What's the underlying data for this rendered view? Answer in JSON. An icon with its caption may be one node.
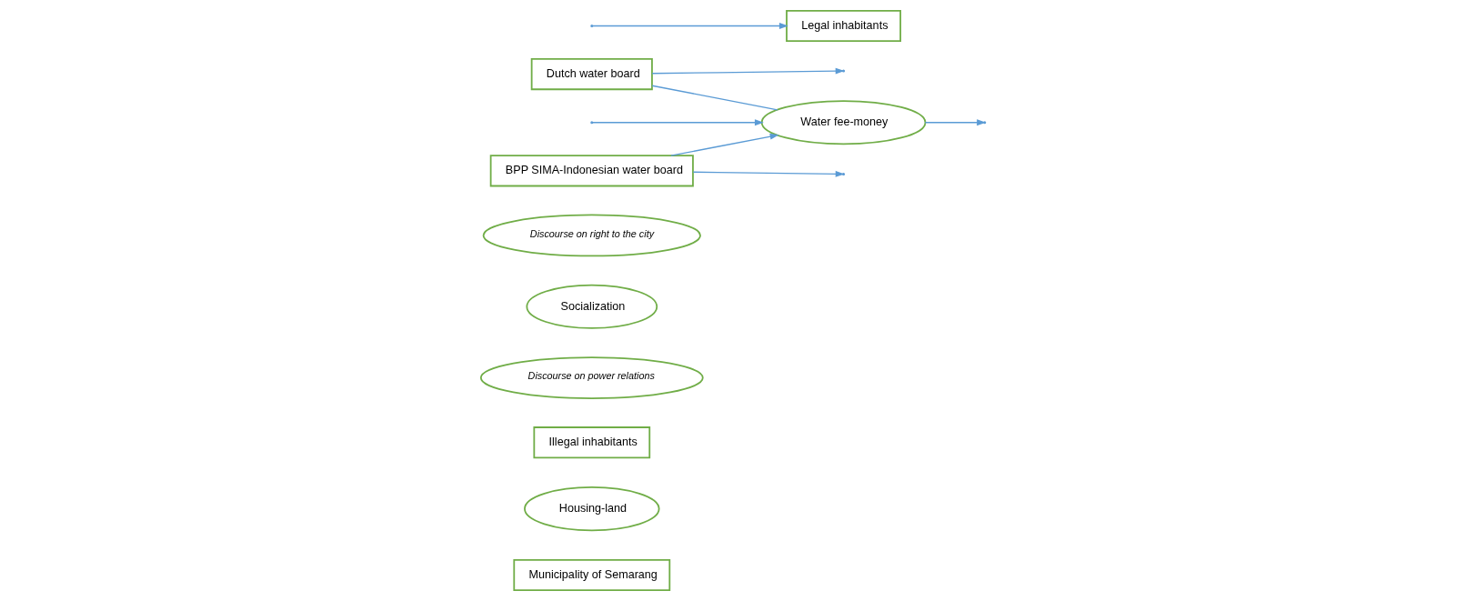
{
  "diagram": {
    "nodes": [
      {
        "text": [
          "Municipality of Semarang"
        ]
      },
      {
        "text": [
          "Housing-land"
        ]
      },
      {
        "text": [
          "Illegal inhabitants"
        ]
      },
      {
        "text": [
          "Discourse on power relations"
        ]
      },
      {
        "text": [
          "Socialization"
        ]
      },
      {
        "text": [
          "Discourse on right to the city"
        ]
      },
      {
        "text": [
          "Dutch water board"
        ]
      },
      {
        "text": [
          "Water fee-money"
        ]
      },
      {
        "text": [
          "BPP SIMA-Indonesian water board"
        ]
      },
      {
        "text": [
          "Legal inhabitants"
        ]
      }
    ],
    "edges": [
      {
        "from": 6,
        "to": null,
        "arrow": "to"
      },
      {
        "from": 6,
        "to": 7,
        "arrow": "none"
      },
      {
        "from": 8,
        "to": 7,
        "arrow": "to"
      },
      {
        "from": 8,
        "to": null,
        "arrow": "to"
      },
      {
        "from": null,
        "to": 7,
        "arrow": "to"
      },
      {
        "from": 7,
        "to": null,
        "arrow": "to"
      },
      {
        "from": null,
        "to": 9,
        "arrow": "to"
      }
    ]
  }
}
